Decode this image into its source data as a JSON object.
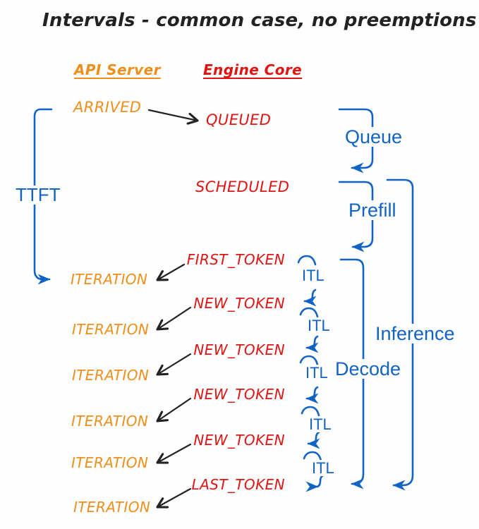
{
  "title": "Intervals - common case, no preemptions",
  "columns": {
    "left": "API Server",
    "right": "Engine Core"
  },
  "top_events": {
    "arrived": "ARRIVED",
    "queued": "QUEUED",
    "scheduled": "SCHEDULED"
  },
  "rows": [
    {
      "token": "FIRST_TOKEN",
      "iteration": "ITERATION",
      "itl": "ITL"
    },
    {
      "token": "NEW_TOKEN",
      "iteration": "ITERATION",
      "itl": "ITL"
    },
    {
      "token": "NEW_TOKEN",
      "iteration": "ITERATION",
      "itl": "ITL"
    },
    {
      "token": "NEW_TOKEN",
      "iteration": "ITERATION",
      "itl": "ITL"
    },
    {
      "token": "NEW_TOKEN",
      "iteration": "ITERATION",
      "itl": "ITL"
    },
    {
      "token": "LAST_TOKEN",
      "iteration": "ITERATION"
    }
  ],
  "intervals": {
    "ttft": "TTFT",
    "queue": "Queue",
    "prefill": "Prefill",
    "decode": "Decode",
    "inference": "Inference"
  },
  "colors": {
    "orange": "#EE8E1B",
    "red": "#DF1412",
    "blue": "#1163C5",
    "ink": "#222222"
  }
}
